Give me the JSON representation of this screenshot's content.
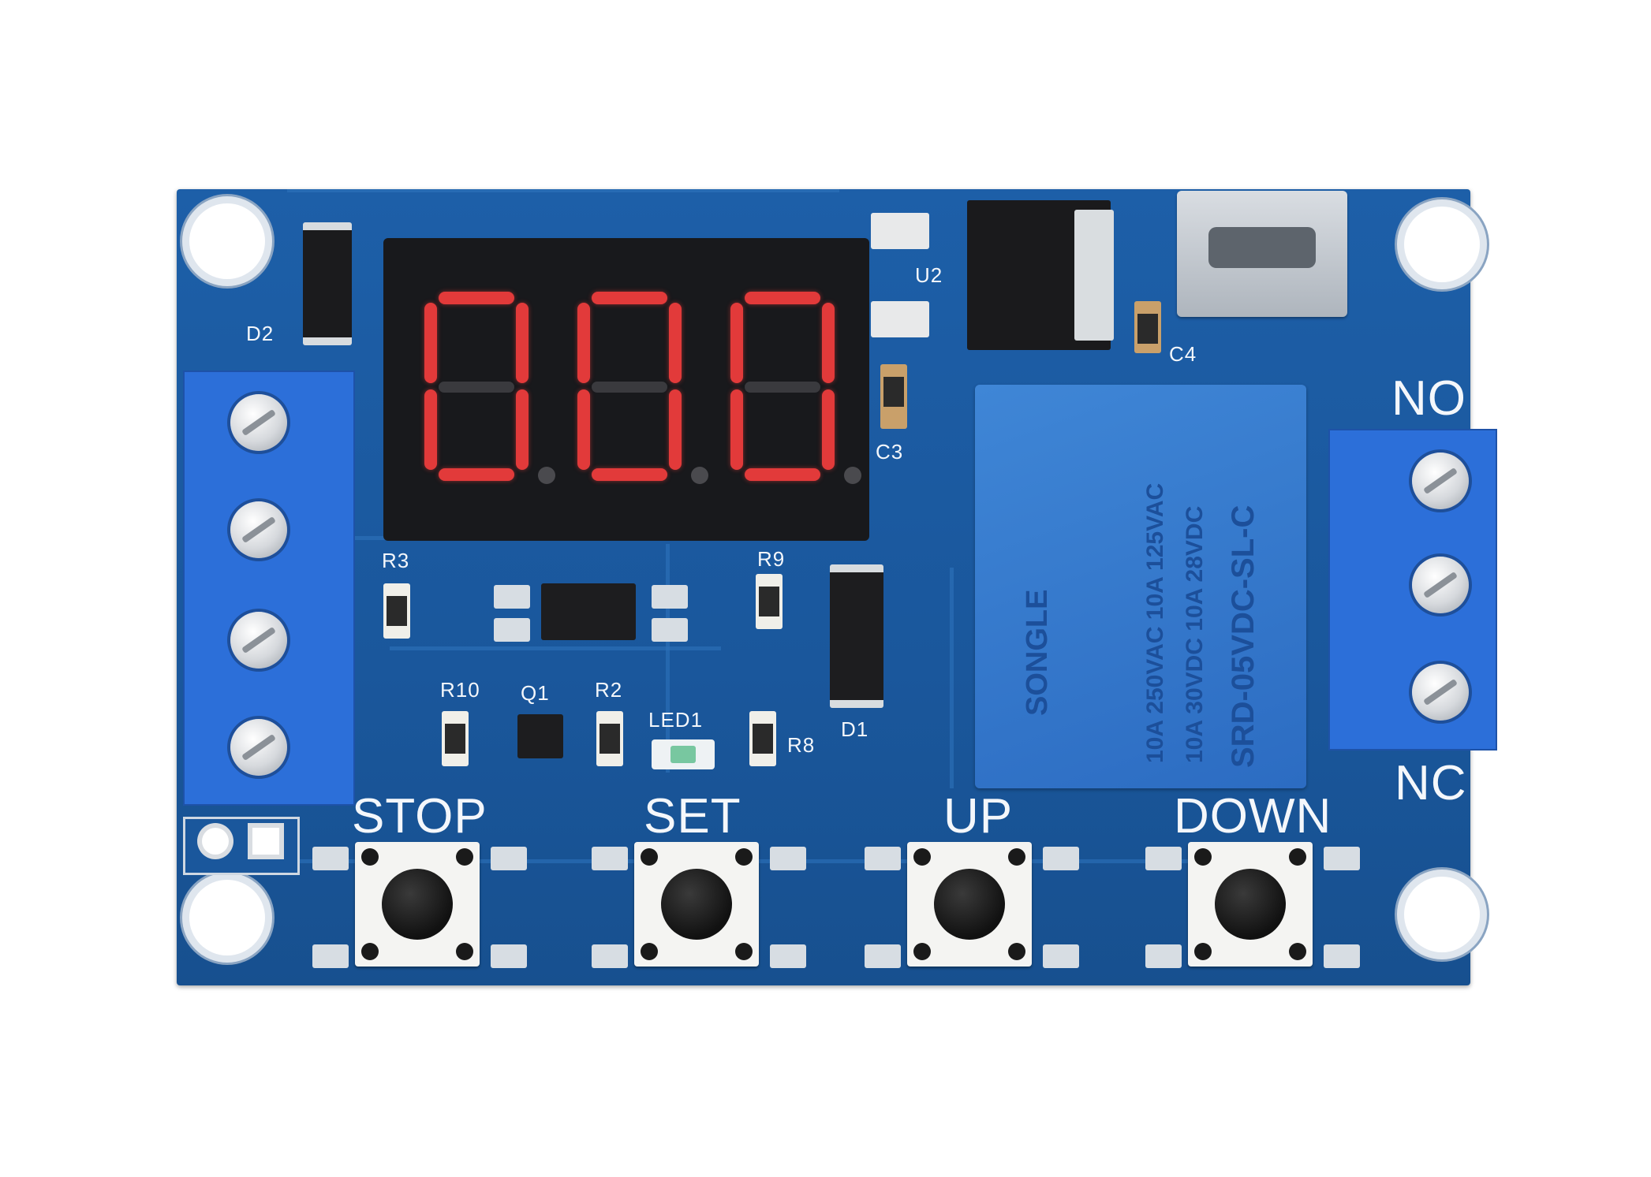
{
  "board": {
    "display": {
      "digits": [
        "0",
        "0",
        "0"
      ]
    },
    "labels": {
      "d2": "D2",
      "u2": "U2",
      "c4": "C4",
      "c3": "C3",
      "r3": "R3",
      "r9": "R9",
      "r10": "R10",
      "q1": "Q1",
      "r2": "R2",
      "led1": "LED1",
      "r8": "R8",
      "d1": "D1",
      "no": "NO",
      "nc": "NC"
    },
    "buttons": {
      "stop": "STOP",
      "set": "SET",
      "up": "UP",
      "down": "DOWN"
    },
    "relay": {
      "brand": "SONGLE",
      "rating_line_1": "10A 250VAC  10A 125VAC",
      "rating_line_2": "10A  30VDC  10A  28VDC",
      "model": "SRD-05VDC-SL-C"
    }
  },
  "colors": {
    "pcb": "#1d5fa8",
    "segment_on": "#e23a3a",
    "relay_body": "#3f86d6"
  }
}
